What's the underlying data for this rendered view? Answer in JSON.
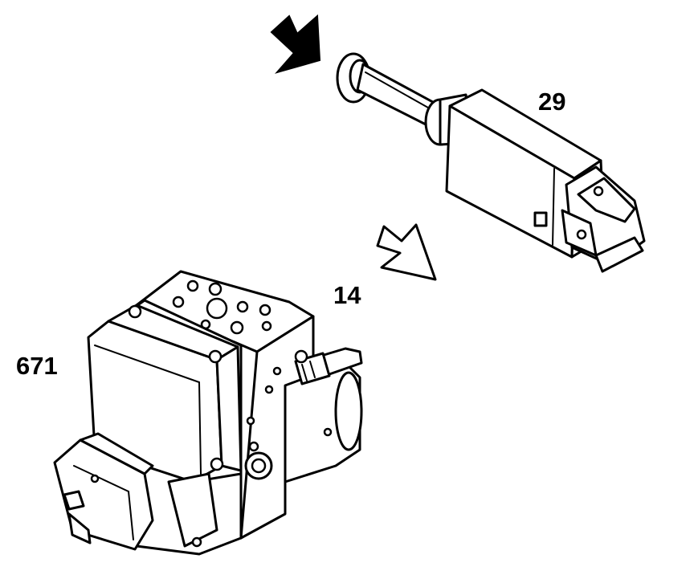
{
  "diagram": {
    "labels": {
      "switch": "29",
      "arrow": "14",
      "module": "671"
    },
    "parts": [
      {
        "id": "switch",
        "callout": "29"
      },
      {
        "id": "abs-hydraulic-module",
        "callout": "671"
      }
    ],
    "arrows": [
      {
        "style": "filled",
        "direction": "down-right"
      },
      {
        "style": "outlined",
        "direction": "down-right",
        "callout": "14"
      }
    ],
    "colors": {
      "line": "#000000",
      "background": "#ffffff"
    }
  }
}
